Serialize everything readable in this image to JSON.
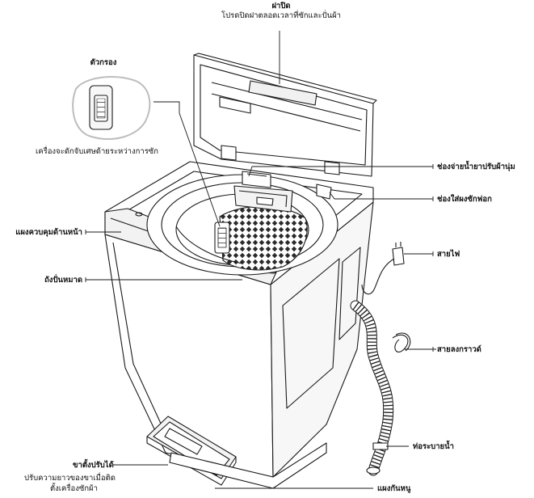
{
  "labels": {
    "lid_title": "ฝาปิด",
    "lid_desc": "โปรดปิดฝาตลอดเวลาที่ซักและปั่นผ้า",
    "filter_title": "ตัวกรอง",
    "filter_desc": "เครื่องจะดักจับเศษด้ายระหว่างการซัก",
    "softener_inlet": "ช่องจ่ายน้ำยาปรับผ้านุ่ม",
    "detergent_inlet": "ช่องใส่ผงซักฟอก",
    "power_cord": "สายไฟ",
    "ground_wire": "สายลงกราวด์",
    "drain_hose": "ท่อระบายน้ำ",
    "control_panel": "แผงควบคุมด้านหน้า",
    "tub": "ถังปั่นหมาด",
    "adjustable_feet": "ขาตั้งปรับได้",
    "feet_desc_1": "ปรับความยาวของขาเมื่อติด",
    "feet_desc_2": "ตั้งเครื่องซักผ้า",
    "base_panel": "แผงกันหนู"
  },
  "colors": {
    "line": "#1a1a1a",
    "shade": "#efefef",
    "mesh": "#2a2a2a"
  }
}
